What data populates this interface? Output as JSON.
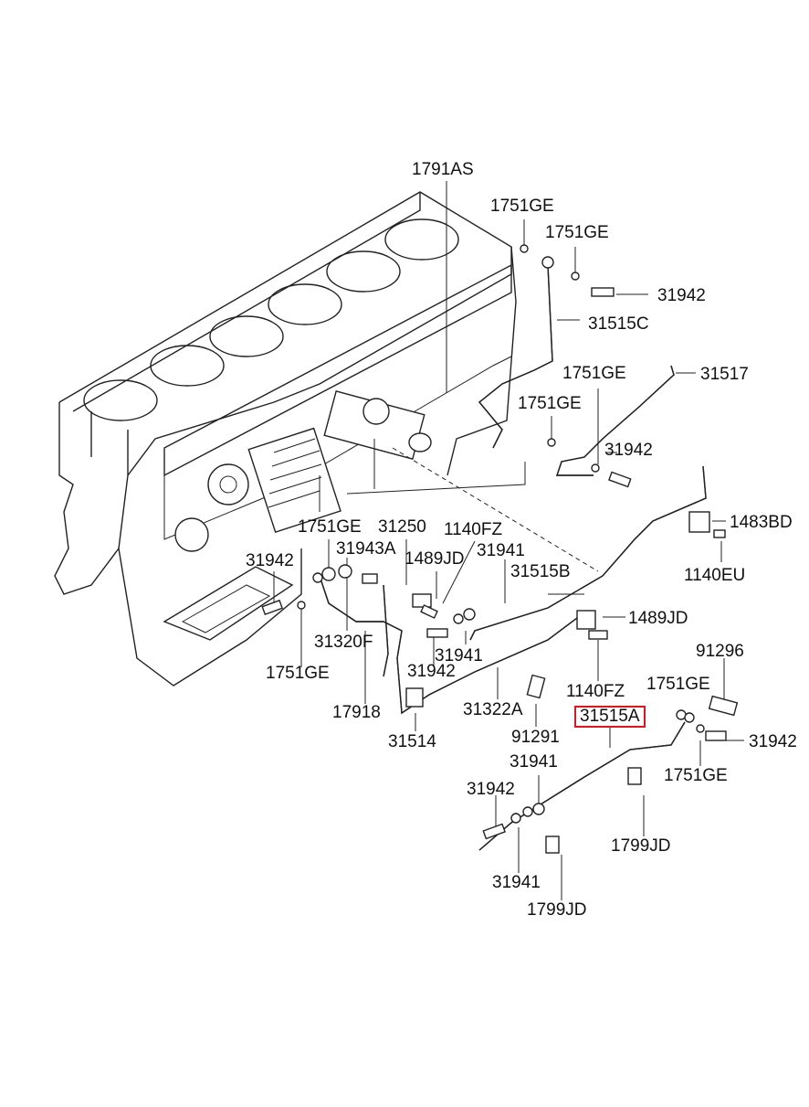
{
  "labels": {
    "l1791AS": "1791AS",
    "l1751GE_a": "1751GE",
    "l1751GE_b": "1751GE",
    "l31942_a": "31942",
    "l31515C": "31515C",
    "l1751GE_c": "1751GE",
    "l31517": "31517",
    "l1751GE_d": "1751GE",
    "l31942_b": "31942",
    "l1483BD": "1483BD",
    "l1140EU": "1140EU",
    "l1751GE_e": "1751GE",
    "l31250": "31250",
    "l1140FZ_a": "1140FZ",
    "l31943A": "31943A",
    "l1489JD_a": "1489JD",
    "l31941_a": "31941",
    "l31942_c": "31942",
    "l31515B": "31515B",
    "l31320F": "31320F",
    "l1489JD_b": "1489JD",
    "l31941_b": "31941",
    "l31942_d": "31942",
    "l1751GE_f": "1751GE",
    "l91296": "91296",
    "l17918": "17918",
    "l31322A": "31322A",
    "l1140FZ_b": "1140FZ",
    "l1751GE_g": "1751GE",
    "l31514": "31514",
    "l91291": "91291",
    "l31515A": "31515A",
    "l31942_e": "31942",
    "l1751GE_h": "1751GE",
    "l31941_c": "31941",
    "l31942_f": "31942",
    "l1799JD_a": "1799JD",
    "l31941_d": "31941",
    "l1799JD_b": "1799JD"
  },
  "highlight_color": "#e0141e"
}
